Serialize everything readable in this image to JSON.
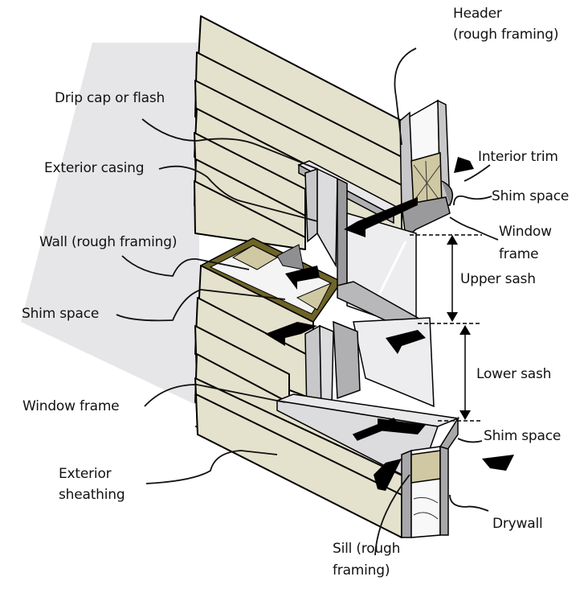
{
  "diagram": {
    "title": "Double-hung window installation cross-section",
    "colors": {
      "background_panel": "#e6e6e8",
      "siding": "#e4e1cc",
      "framing_wood": "#cfc8a2",
      "framing_outline": "#6e6428",
      "window_metal": "#c8c8ca",
      "window_dark": "#8f8f92",
      "glass": "#ededef",
      "arrow": "#000000",
      "leader": "#111111"
    },
    "labels": {
      "header": [
        "Header",
        "(rough framing)"
      ],
      "drip_cap": "Drip cap or flash",
      "interior_trim": "Interior trim",
      "exterior_casing": "Exterior casing",
      "shim_space_top": "Shim space",
      "wall_rough_framing": "Wall (rough framing)",
      "window_frame_right": [
        "Window",
        "frame"
      ],
      "upper_sash": "Upper sash",
      "shim_space_left": "Shim space",
      "lower_sash": "Lower sash",
      "window_frame_left": "Window frame",
      "shim_space_bottom": "Shim space",
      "exterior_sheathing": [
        "Exterior",
        "sheathing"
      ],
      "drywall": "Drywall",
      "sill": [
        "Sill (rough",
        "framing)"
      ]
    }
  }
}
